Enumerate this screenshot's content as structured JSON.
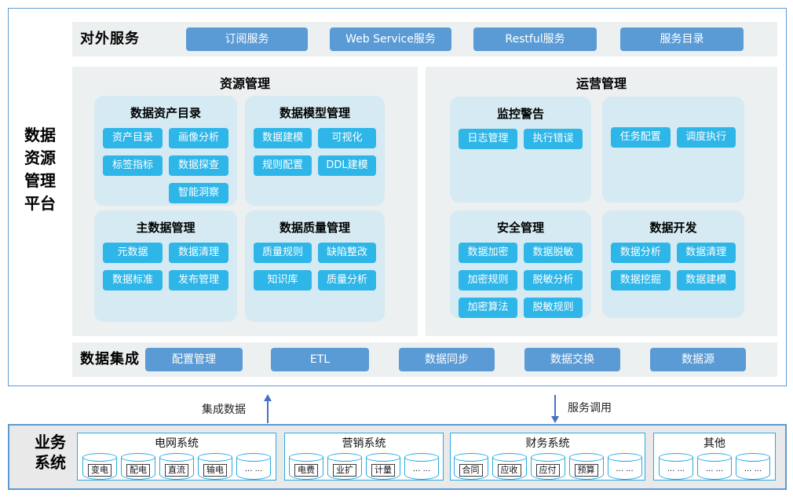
{
  "side": {
    "lines": [
      "数据",
      "资源",
      "管理",
      "平台"
    ]
  },
  "external": {
    "label": "对外服务",
    "buttons": [
      "订阅服务",
      "Web Service服务",
      "Restful服务",
      "服务目录"
    ]
  },
  "resource": {
    "title": "资源管理",
    "cards": [
      {
        "title": "数据资产目录",
        "buttons": [
          "资产目录",
          "画像分析",
          "标签指标",
          "数据探查",
          "智能洞察"
        ]
      },
      {
        "title": "数据模型管理",
        "buttons": [
          "数据建模",
          "可视化",
          "规则配置",
          "DDL建模"
        ]
      },
      {
        "title": "主数据管理",
        "buttons": [
          "元数据",
          "数据清理",
          "数据标准",
          "发布管理"
        ]
      },
      {
        "title": "数据质量管理",
        "buttons": [
          "质量规则",
          "缺陷整改",
          "知识库",
          "质量分析"
        ]
      }
    ]
  },
  "operations": {
    "title": "运营管理",
    "cards": [
      {
        "title": "监控警告",
        "buttons": [
          "日志管理",
          "执行错误"
        ]
      },
      {
        "title": "",
        "buttons": [
          "任务配置",
          "调度执行"
        ]
      },
      {
        "title": "安全管理",
        "buttons": [
          "数据加密",
          "数据脱敏",
          "加密规则",
          "脱敏分析",
          "加密算法",
          "脱敏规则"
        ]
      },
      {
        "title": "数据开发",
        "buttons": [
          "数据分析",
          "数据清理",
          "数据挖掘",
          "数据建模"
        ]
      }
    ]
  },
  "integration": {
    "label": "数据集成",
    "buttons": [
      "配置管理",
      "ETL",
      "数据同步",
      "数据交换",
      "数据源"
    ]
  },
  "flows": {
    "up_label": "集成数据",
    "down_label": "服务调用"
  },
  "business": {
    "label_lines": [
      "业务",
      "系统"
    ],
    "systems": [
      {
        "title": "电网系统",
        "items": [
          "变电",
          "配电",
          "直流",
          "输电",
          "... ..."
        ]
      },
      {
        "title": "营销系统",
        "items": [
          "电费",
          "业扩",
          "计量",
          "... ..."
        ]
      },
      {
        "title": "财务系统",
        "items": [
          "合同",
          "应收",
          "应付",
          "预算",
          "... ..."
        ]
      },
      {
        "title": "其他",
        "items": [
          "... ...",
          "... ...",
          "... ..."
        ]
      }
    ]
  },
  "colors": {
    "accent-blue": "#5b9bd5",
    "cyan-button": "#2eb6e8",
    "cyan-border": "#29abe2",
    "card-bg": "#d5eaf2",
    "panel-bg": "#edf0f1",
    "arrow-blue": "#4472c4",
    "business-bg": "#e9e9e9"
  }
}
